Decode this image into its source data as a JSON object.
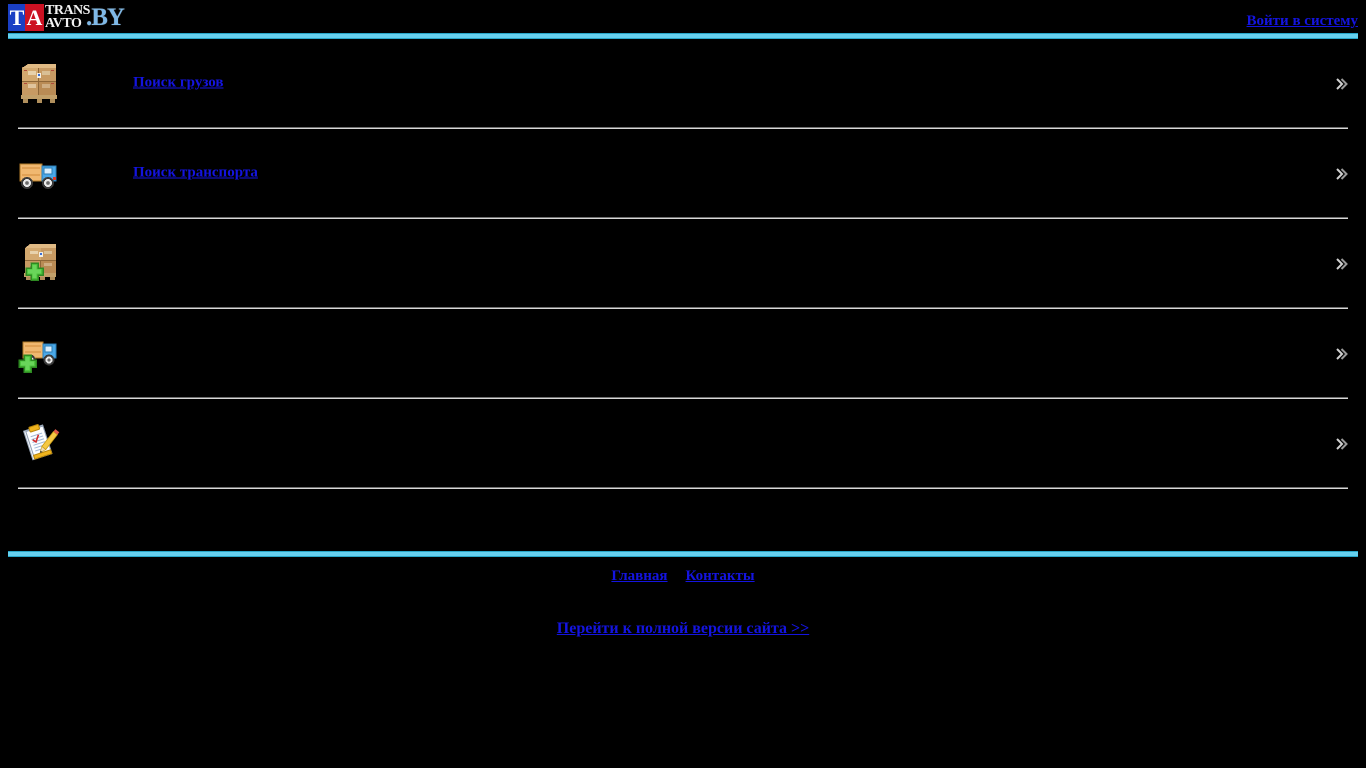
{
  "page": {
    "background_color": "#000000",
    "link_color": "#1414e0",
    "accent_color": "#66d0ee",
    "separator_color": "#d8d8d8"
  },
  "header": {
    "logo": {
      "mark_t": "T",
      "mark_a": "A",
      "word_top": "TRANS",
      "word_bottom": "AVTO",
      "suffix": ".BY",
      "mark_t_color": "#1a3fc4",
      "mark_a_color": "#cc1122",
      "suffix_color": "#7fb8e6"
    },
    "login_label": "Войти в систему"
  },
  "menu": {
    "items": [
      {
        "label": "Поиск грузов",
        "icon": "cargo-boxes-pallet-icon",
        "chevron": "double-chevron-right-icon",
        "has_label": true
      },
      {
        "label": "Поиск транспорта",
        "icon": "truck-icon",
        "chevron": "double-chevron-right-icon",
        "has_label": true
      },
      {
        "label": "",
        "icon": "add-cargo-boxes-icon",
        "chevron": "double-chevron-right-icon",
        "has_label": false
      },
      {
        "label": "",
        "icon": "add-truck-icon",
        "chevron": "double-chevron-right-icon",
        "has_label": false
      },
      {
        "label": "",
        "icon": "clipboard-pencil-icon",
        "chevron": "double-chevron-right-icon",
        "has_label": false
      }
    ]
  },
  "footer": {
    "links": [
      {
        "label": "Главная"
      },
      {
        "label": "Контакты"
      }
    ],
    "full_version_label": "Перейти к полной версии сайта >>"
  }
}
